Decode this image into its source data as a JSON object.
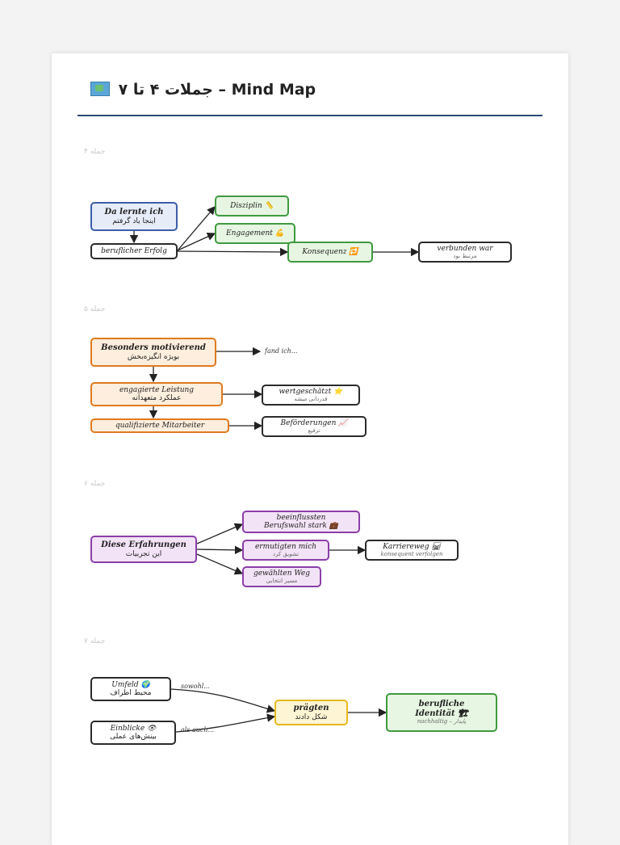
{
  "title": "جملات ۴ تا ۷ – Mind Map",
  "title_icon": "map-icon",
  "sections": {
    "s4": "جمله ۴",
    "s5": "جمله ۵",
    "s6": "جمله ۶",
    "s7": "جمله ۷"
  },
  "nodes": {
    "n1": {
      "de": "Da lernte ich",
      "fa": "اینجا یاد گرفتم"
    },
    "n2": {
      "de": "beruflicher Erfolg"
    },
    "n3": {
      "de": "Disziplin 📏"
    },
    "n4": {
      "de": "Engagement 💪"
    },
    "n5": {
      "de": "Konsequenz 🔁"
    },
    "n6": {
      "de": "verbunden war",
      "fa": "مرتبط بود"
    },
    "n7": {
      "de": "Besonders motivierend",
      "fa": "بویژه انگیزه‌بخش"
    },
    "n8": {
      "de": "engagierte Leistung",
      "fa": "عملکرد متعهدانه"
    },
    "n9": {
      "de": "qualifizierte Mitarbeiter"
    },
    "n10": {
      "de": "wertgeschätzt ⭐",
      "fa": "قدردانی میشه"
    },
    "n11": {
      "de": "Beförderungen 📈",
      "fa": "ترفیع"
    },
    "n12": {
      "de": "Diese Erfahrungen",
      "fa": "این تجربیات"
    },
    "n13": {
      "de": "beeinflussten",
      "de2": "Berufswahl stark 💼"
    },
    "n14": {
      "de": "ermutigten mich",
      "fa": "تشویق کرد"
    },
    "n15": {
      "de": "gewählten Weg",
      "fa": "مسیر انتخابی"
    },
    "n16": {
      "de": "Karriereweg 🛤",
      "sub": "konsequent verfolgen"
    },
    "n17": {
      "de": "Umfeld 🌍",
      "fa": "محیط اطراف"
    },
    "n18": {
      "de": "Einblicke 👁",
      "fa": "بینش‌های عملی"
    },
    "n19": {
      "de": "prägten",
      "fa": "شکل دادند"
    },
    "n20": {
      "de": "berufliche",
      "de2": "Identität 🏗",
      "sub": "nachhaltig – پایدار"
    }
  },
  "edge_labels": {
    "fand": "fand ich...",
    "sowohl": "sowohl...",
    "alsauch": "als auch..."
  },
  "colors": {
    "blue": "#3b5ea8",
    "green": "#3f9a3f",
    "orange": "#e07a1f",
    "purple": "#8a3fa8",
    "yellow": "#e8b920",
    "rule": "#2d4a7a"
  }
}
